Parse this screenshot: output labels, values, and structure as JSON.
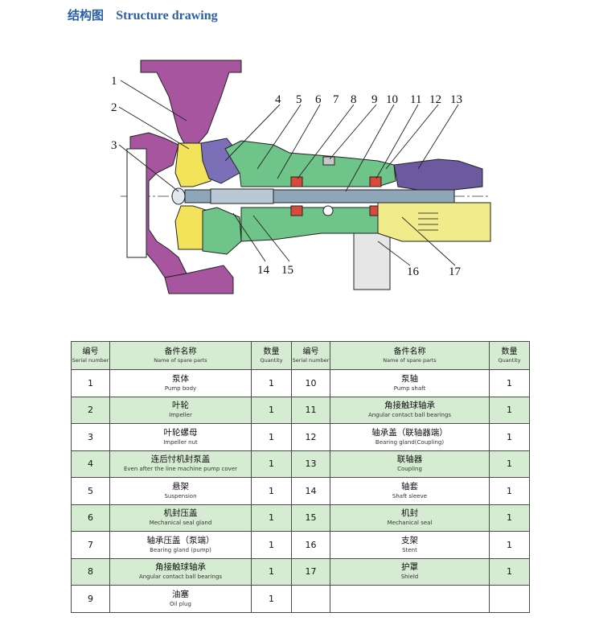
{
  "header": {
    "title_cn": "结构图",
    "title_en": "Structure drawing"
  },
  "drawing": {
    "callouts": [
      "1",
      "2",
      "3",
      "4",
      "5",
      "6",
      "7",
      "8",
      "9",
      "10",
      "11",
      "12",
      "13",
      "14",
      "15",
      "16",
      "17"
    ],
    "colors": {
      "pump_casing": "#a7559f",
      "impeller": "#f2e35b",
      "suspension": "#6fc48a",
      "cover": "#7b6fb8",
      "shaft": "#8fa6b8",
      "coupling": "#6c5a9e",
      "shield": "#f0ec8c",
      "bearing": "#d94a3c"
    }
  },
  "table": {
    "headers": {
      "serial_cn": "编号",
      "serial_en": "Serial number",
      "name_cn": "备件名称",
      "name_en": "Name of spare parts",
      "qty_cn": "数量",
      "qty_en": "Quantity"
    },
    "rows": [
      {
        "l_no": "1",
        "l_cn": "泵体",
        "l_en": "Pump body",
        "l_qty": "1",
        "r_no": "10",
        "r_cn": "泵轴",
        "r_en": "Pump shaft",
        "r_qty": "1"
      },
      {
        "l_no": "2",
        "l_cn": "叶轮",
        "l_en": "Impeller",
        "l_qty": "1",
        "r_no": "11",
        "r_cn": "角接触球轴承",
        "r_en": "Angular contact ball bearings",
        "r_qty": "1"
      },
      {
        "l_no": "3",
        "l_cn": "叶轮螺母",
        "l_en": "Impeller nut",
        "l_qty": "1",
        "r_no": "12",
        "r_cn": "轴承盖（联轴器端）",
        "r_en": "Bearing gland(Coupling)",
        "r_qty": "1"
      },
      {
        "l_no": "4",
        "l_cn": "连后忖机封泵盖",
        "l_en": "Even after the line machine pump cover",
        "l_qty": "1",
        "r_no": "13",
        "r_cn": "联轴器",
        "r_en": "Coupling",
        "r_qty": "1"
      },
      {
        "l_no": "5",
        "l_cn": "悬架",
        "l_en": "Suspension",
        "l_qty": "1",
        "r_no": "14",
        "r_cn": "轴套",
        "r_en": "Shaft sleeve",
        "r_qty": "1"
      },
      {
        "l_no": "6",
        "l_cn": "机封压盖",
        "l_en": "Mechanical seal gland",
        "l_qty": "1",
        "r_no": "15",
        "r_cn": "机封",
        "r_en": "Mechanical seal",
        "r_qty": "1"
      },
      {
        "l_no": "7",
        "l_cn": "轴承压盖（泵端）",
        "l_en": "Bearing gland (pump)",
        "l_qty": "1",
        "r_no": "16",
        "r_cn": "支架",
        "r_en": "Stent",
        "r_qty": "1"
      },
      {
        "l_no": "8",
        "l_cn": "角接触球轴承",
        "l_en": "Angular contact ball bearings",
        "l_qty": "1",
        "r_no": "17",
        "r_cn": "护罩",
        "r_en": "Shield",
        "r_qty": "1"
      },
      {
        "l_no": "9",
        "l_cn": "油塞",
        "l_en": "Oil plug",
        "l_qty": "1",
        "r_no": "",
        "r_cn": "",
        "r_en": "",
        "r_qty": ""
      }
    ]
  }
}
